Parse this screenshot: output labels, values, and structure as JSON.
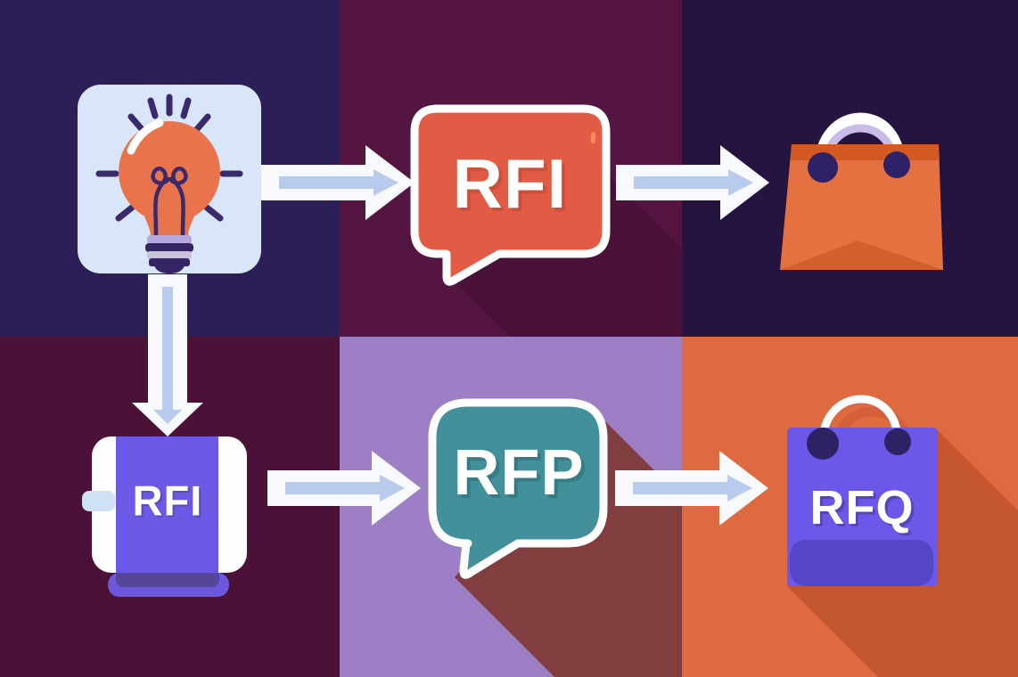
{
  "diagram": {
    "type": "flowchart",
    "rows": 2,
    "nodes": {
      "idea": {
        "icon": "lightbulb-icon"
      },
      "rfi_bubble": {
        "label": "RFI",
        "shape": "speech-bubble"
      },
      "purchase_bag": {
        "icon": "shopping-bag-icon"
      },
      "rfi_document": {
        "label": "RFI",
        "shape": "book"
      },
      "rfp_bubble": {
        "label": "RFP",
        "shape": "speech-bubble"
      },
      "rfq_bag": {
        "label": "RFQ",
        "shape": "shopping-bag"
      }
    },
    "flows": [
      "idea -> rfi_bubble",
      "rfi_bubble -> purchase_bag",
      "idea -> rfi_document",
      "rfi_document -> rfp_bubble",
      "rfp_bubble -> rfq_bag"
    ]
  },
  "colors": {
    "tile_top_left": "#2c1e57",
    "tile_top_middle": "#541540",
    "tile_top_right": "#261440",
    "tile_bottom_left": "#4b1137",
    "tile_bottom_middle": "#9d7fc6",
    "tile_bottom_right": "#e06a40",
    "card_background": "#d9e5f8",
    "bulb_orange": "#e9744b",
    "ray_navy": "#3a2a6b",
    "rfi_bubble_fill": "#e25b45",
    "rfp_bubble_fill": "#41909a",
    "rfp_shadow": "#823e3e",
    "bag_orange": "#e4713f",
    "bag_strip": "#d25a22",
    "handle_lavender": "#c9bce8",
    "book_cover_purple": "#6c59e6",
    "rfq_bag_purple": "#6b57e8",
    "rfq_strip_purple": "#5646c8",
    "rfq_shadow": "#c4562f",
    "arrow_white": "#f8f9fc",
    "arrow_stripe_blue": "#b9cbec",
    "label_white": "#ffffff"
  }
}
